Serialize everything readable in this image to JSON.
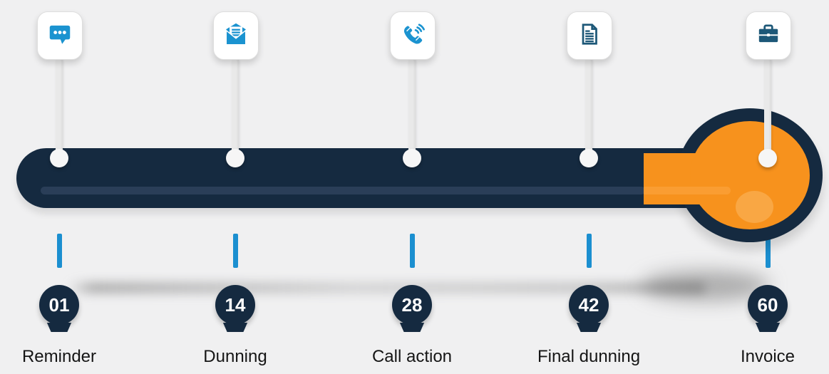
{
  "diagram": {
    "type": "process-timeline",
    "milestones": [
      {
        "day": "01",
        "label": "Reminder",
        "icon": "chat-dots-icon"
      },
      {
        "day": "14",
        "label": "Dunning",
        "icon": "open-envelope-letter-icon"
      },
      {
        "day": "28",
        "label": "Call action",
        "icon": "ringing-phone-icon"
      },
      {
        "day": "42",
        "label": "Final dunning",
        "icon": "document-lines-icon"
      },
      {
        "day": "60",
        "label": "Invoice",
        "icon": "briefcase-icon"
      }
    ],
    "colors": {
      "background": "#f0f0f1",
      "bar_navy": "#152a40",
      "bar_inner_stripe": "#2a3e58",
      "circle_orange": "#f7921d",
      "circle_stripe_orange": "#fa9d32",
      "circle_highlight_orange": "#f9a744",
      "icon_blue": "#1b93d0",
      "icon_steel_blue": "#1d5878",
      "tick_blue": "#1b8fd0",
      "badge_text": "#ffffff",
      "label_text": "#151515"
    }
  }
}
